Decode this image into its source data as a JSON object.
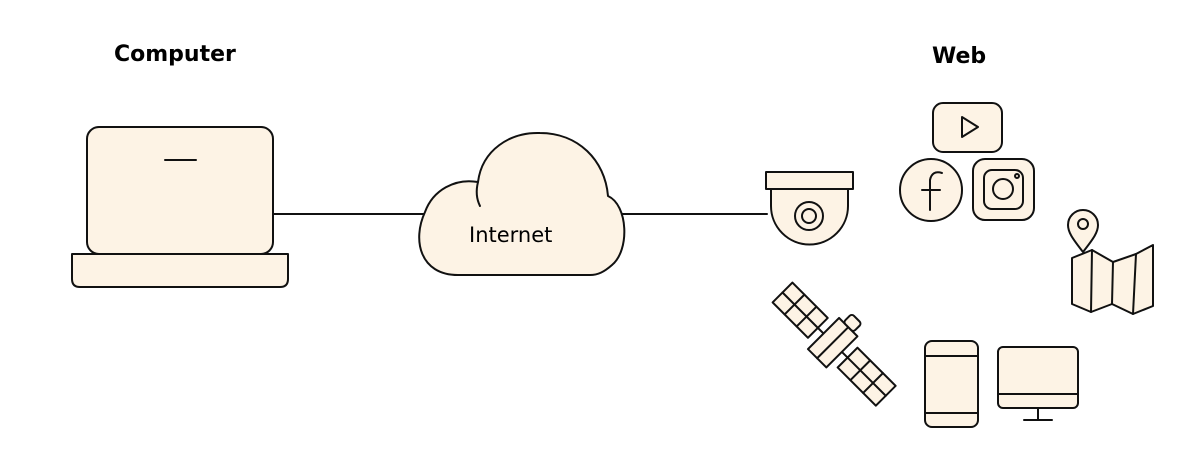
{
  "labels": {
    "computer": "Computer",
    "web": "Web",
    "internet": "Internet"
  },
  "colors": {
    "fill": "#fdf3e5",
    "stroke": "#111111",
    "background": "#ffffff"
  },
  "icons": [
    "laptop-icon",
    "cloud-icon",
    "security-camera-icon",
    "video-play-icon",
    "facebook-icon",
    "instagram-icon",
    "map-pin-icon",
    "map-icon",
    "satellite-icon",
    "smartphone-icon",
    "monitor-icon"
  ]
}
